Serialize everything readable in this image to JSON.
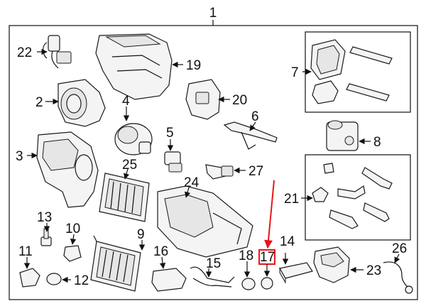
{
  "labels": {
    "n1": "1",
    "n2": "2",
    "n3": "3",
    "n4": "4",
    "n5": "5",
    "n6": "6",
    "n7": "7",
    "n8": "8",
    "n9": "9",
    "n10": "10",
    "n11": "11",
    "n12": "12",
    "n13": "13",
    "n14": "14",
    "n15": "15",
    "n16": "16",
    "n17": "17",
    "n18": "18",
    "n19": "19",
    "n20": "20",
    "n21": "21",
    "n22": "22",
    "n23": "23",
    "n24": "24",
    "n25": "25",
    "n26": "26",
    "n27": "27"
  },
  "colors": {
    "highlight": "#e8161b",
    "line": "#111111"
  },
  "highlighted_part": "17"
}
